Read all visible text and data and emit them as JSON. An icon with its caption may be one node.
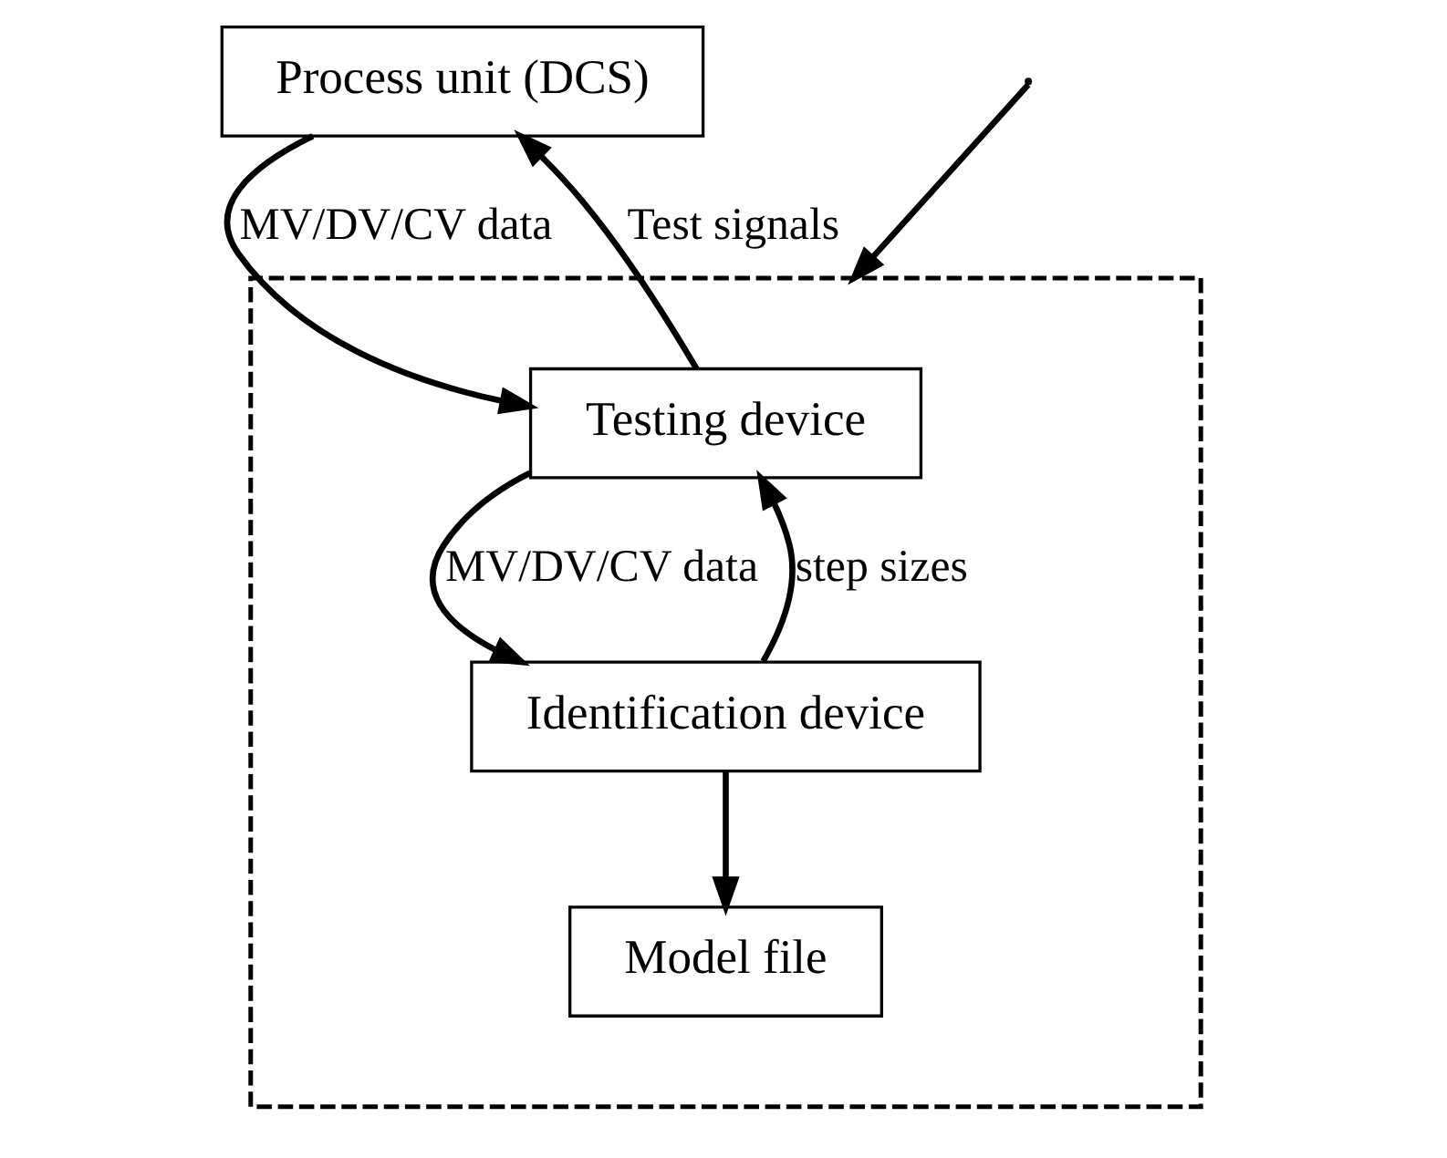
{
  "diagram": {
    "nodes": [
      {
        "text": [
          "Process unit (DCS)"
        ]
      },
      {
        "text": [],
        "shape": "box"
      },
      {
        "text": [
          "Testing device"
        ],
        "in": 1
      },
      {
        "text": [
          "Identification device"
        ],
        "in": 1
      },
      {
        "text": [
          "Model file"
        ],
        "in": 1
      }
    ],
    "edges": [
      {
        "from": 2,
        "to": 0,
        "arrow": "to",
        "label": "Test signals"
      },
      {
        "from": 0,
        "to": 2,
        "arrow": "to",
        "label": "MV/DV/CV data"
      },
      {
        "from": 3,
        "to": 2,
        "arrow": "to",
        "label": "step sizes"
      },
      {
        "from": 2,
        "to": 3,
        "arrow": "to",
        "label": "MV/DV/CV data"
      },
      {
        "from": 3,
        "to": 4,
        "arrow": "to"
      },
      {
        "from": null,
        "to": 1,
        "arrow": "to"
      }
    ]
  }
}
